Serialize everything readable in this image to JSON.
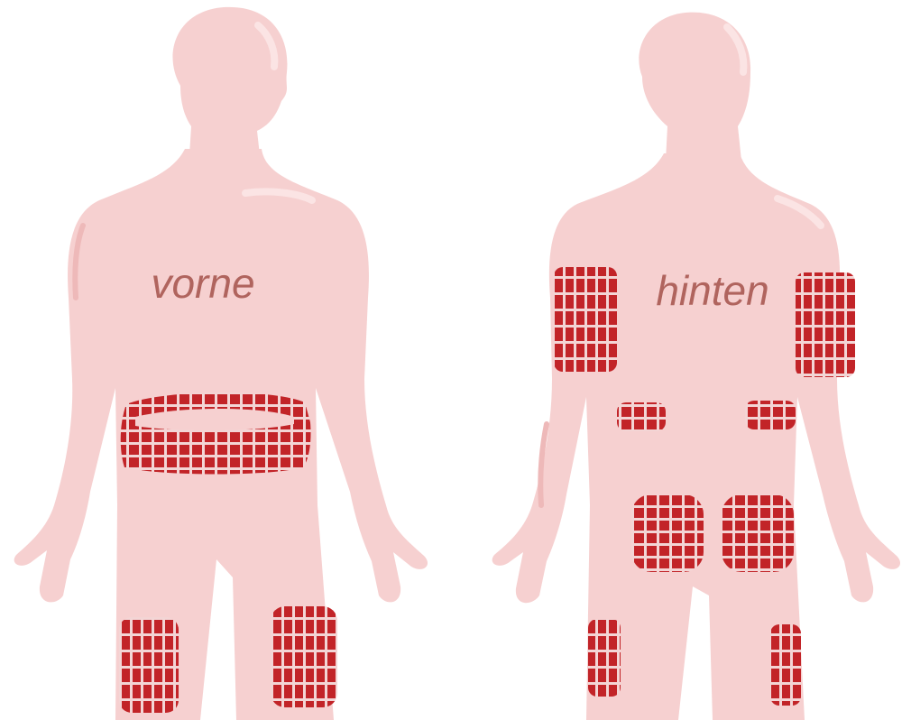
{
  "colors": {
    "skin": "#f6d0d0",
    "skin_shadow": "#eeb9b9",
    "skin_highlight": "#fbe4e4",
    "patch_red": "#c22428",
    "patch_grid": "#f3d5d5",
    "label": "#b0645e"
  },
  "figures": {
    "front": {
      "label": "vorne",
      "view": "front",
      "injection_sites": [
        "abdomen",
        "left-thigh",
        "right-thigh"
      ]
    },
    "back": {
      "label": "hinten",
      "view": "back",
      "injection_sites": [
        "left-upper-arm",
        "right-upper-arm",
        "left-flank",
        "right-flank",
        "left-buttock",
        "right-buttock",
        "left-thigh",
        "right-thigh"
      ]
    }
  }
}
